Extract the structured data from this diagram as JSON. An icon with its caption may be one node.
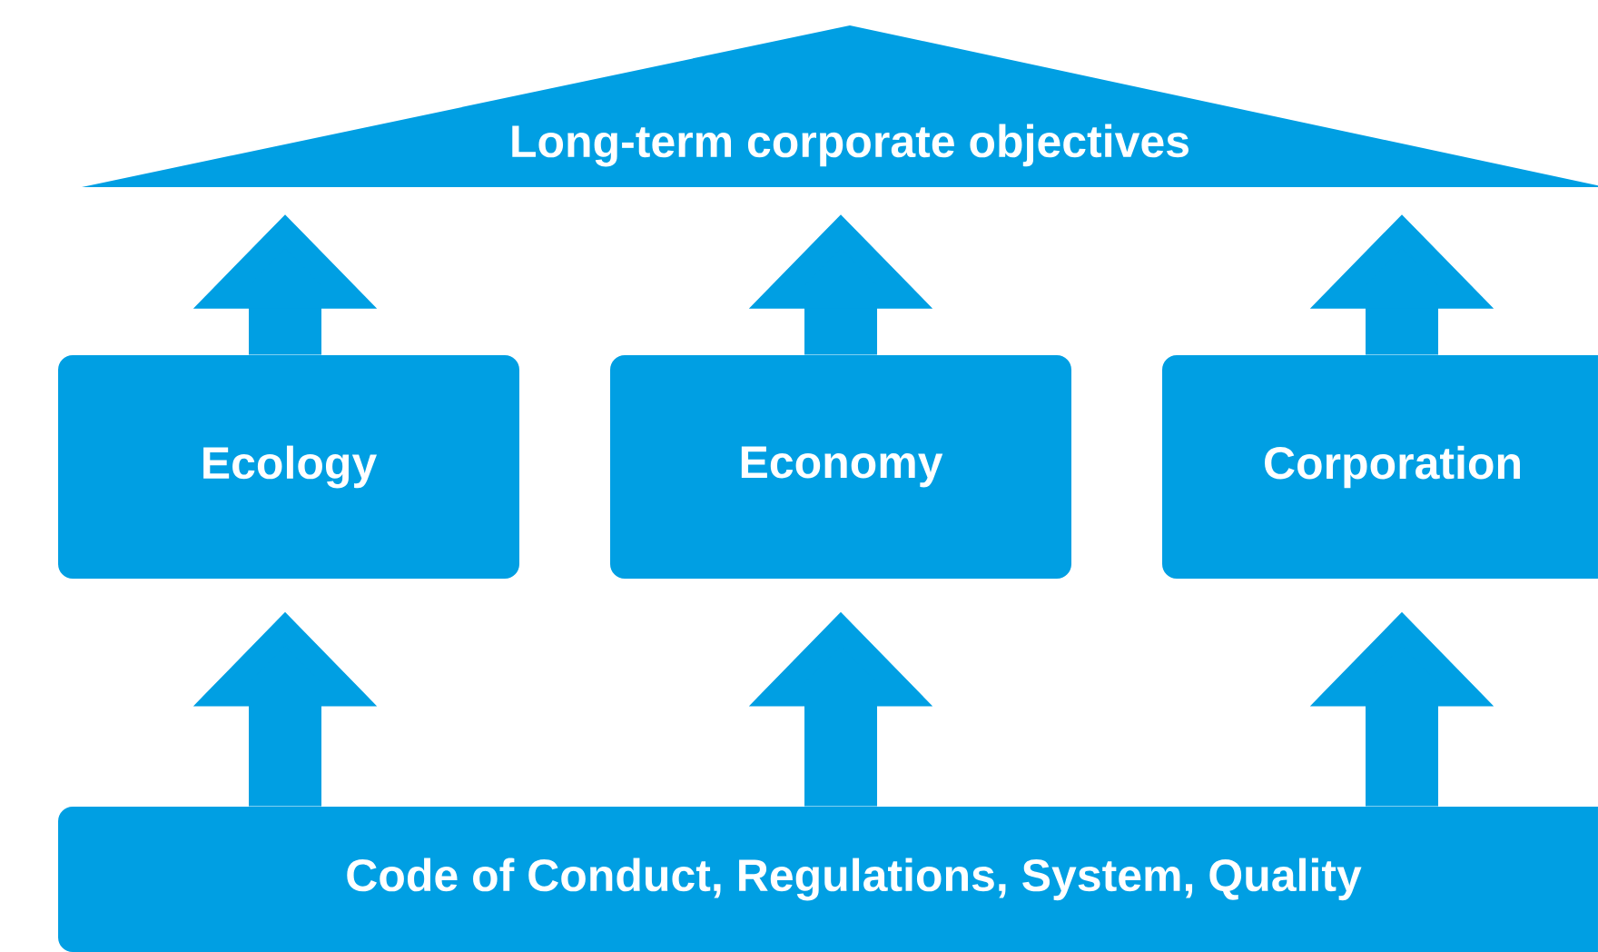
{
  "diagram": {
    "nodes": [
      {
        "text": [
          "Long-term corporate objectives"
        ]
      },
      {
        "text": [
          "Ecology"
        ]
      },
      {
        "text": [
          "Economy"
        ]
      },
      {
        "text": [
          "Corporation"
        ]
      },
      {
        "text": [
          "Code of Conduct, Regulations, System, Quality"
        ]
      }
    ],
    "edges": [
      {
        "from": 4,
        "to": 1,
        "arrow": "to"
      },
      {
        "from": 4,
        "to": 2,
        "arrow": "to"
      },
      {
        "from": 4,
        "to": 3,
        "arrow": "to"
      },
      {
        "from": 1,
        "to": 0,
        "arrow": "to"
      },
      {
        "from": 2,
        "to": 0,
        "arrow": "to"
      },
      {
        "from": 3,
        "to": 0,
        "arrow": "to"
      }
    ]
  }
}
